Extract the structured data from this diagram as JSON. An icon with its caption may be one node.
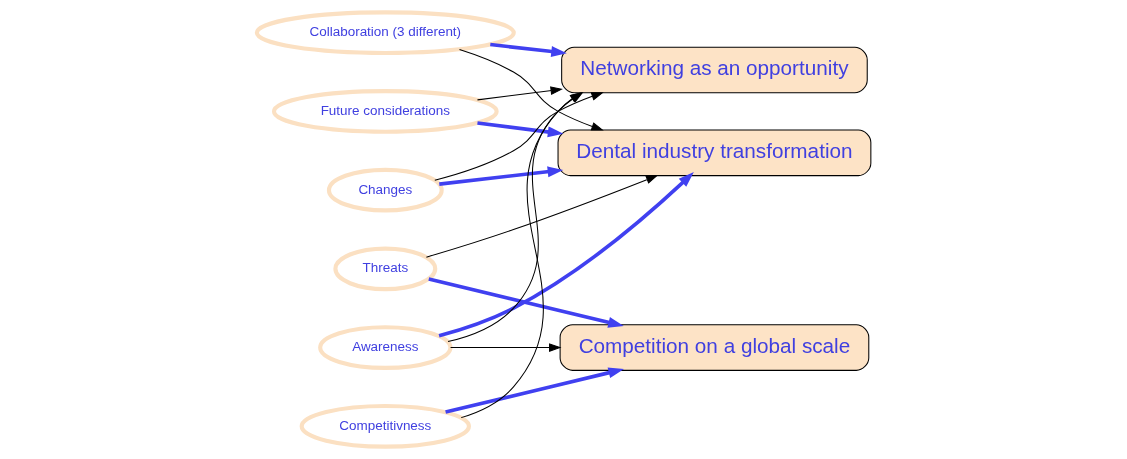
{
  "diagram": {
    "nodes": [
      {
        "text": [
          "Dental industry transformation"
        ]
      },
      {
        "text": [
          "Threats"
        ]
      },
      {
        "text": [
          "Collaboration (3 different)"
        ]
      },
      {
        "text": [
          "Future considerations"
        ]
      },
      {
        "text": [
          "Changes"
        ]
      },
      {
        "text": [
          "Awareness"
        ]
      },
      {
        "text": [
          "Competition on a global scale"
        ]
      },
      {
        "text": [
          "Competitivness"
        ]
      },
      {
        "text": [
          "Networking as an opportunity"
        ]
      }
    ],
    "edges": [
      {
        "from": 2,
        "to": 0,
        "arrow": "to"
      },
      {
        "from": 3,
        "to": 0,
        "arrow": "to",
        "style": "thick",
        "color": "#4040f0"
      },
      {
        "from": 4,
        "to": 0,
        "arrow": "to",
        "style": "thick",
        "color": "#4040f0"
      },
      {
        "from": 5,
        "to": 0,
        "arrow": "to",
        "style": "thick",
        "color": "#4040f0"
      },
      {
        "from": 1,
        "to": 0,
        "arrow": "to"
      },
      {
        "from": 1,
        "to": 6,
        "arrow": "to",
        "style": "thick",
        "color": "#4040f0"
      },
      {
        "from": 5,
        "to": 6,
        "arrow": "to"
      },
      {
        "from": 7,
        "to": 6,
        "arrow": "to",
        "style": "thick",
        "color": "#4040f0"
      },
      {
        "from": 5,
        "to": 8,
        "arrow": "to"
      },
      {
        "from": 7,
        "to": 8,
        "arrow": "to"
      },
      {
        "from": 2,
        "to": 8,
        "arrow": "to",
        "style": "thick",
        "color": "#4040f0"
      },
      {
        "from": 3,
        "to": 8,
        "arrow": "to"
      },
      {
        "from": 4,
        "to": 8,
        "arrow": "to"
      }
    ]
  }
}
